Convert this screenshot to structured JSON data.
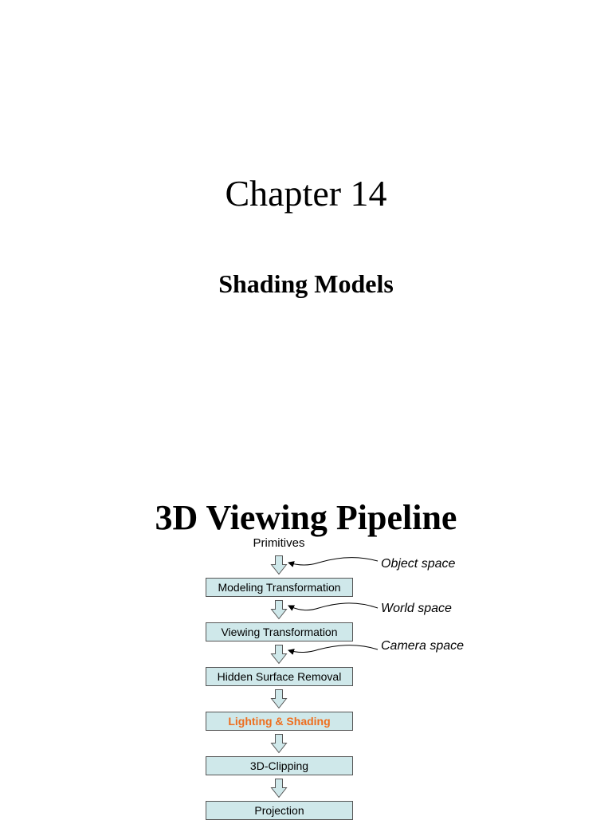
{
  "slide1": {
    "title": "Chapter 14",
    "subtitle": "Shading Models"
  },
  "slide2": {
    "title": "3D Viewing Pipeline",
    "start_label": "Primitives",
    "stages": [
      {
        "label": "Modeling Transformation",
        "highlight": false
      },
      {
        "label": "Viewing Transformation",
        "highlight": false
      },
      {
        "label": "Hidden Surface Removal",
        "highlight": false
      },
      {
        "label": "Lighting & Shading",
        "highlight": true
      },
      {
        "label": "3D-Clipping",
        "highlight": false
      },
      {
        "label": "Projection",
        "highlight": false
      }
    ],
    "space_labels": [
      "Object space",
      "World space",
      "Camera space"
    ]
  },
  "colors": {
    "box_fill": "#cfe8ea",
    "box_border": "#555555",
    "highlight_text": "#ee6e1e"
  }
}
